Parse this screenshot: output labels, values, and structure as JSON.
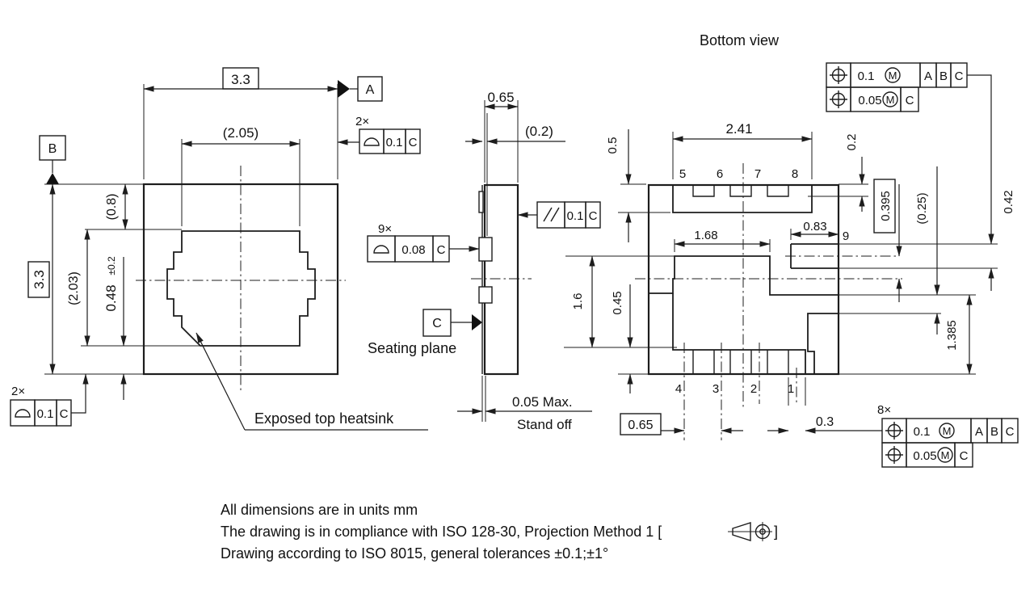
{
  "title": "Bottom view",
  "notes": {
    "line1": "All dimensions are in units mm",
    "line2_prefix": "The drawing is in compliance with ISO 128-30, Projection Method 1 [",
    "line2_suffix": "]",
    "line3": "Drawing according to ISO 8015, general tolerances ±0.1;±1°"
  },
  "top_view": {
    "dim_width": "3.3",
    "dim_height": "3.3",
    "dim_heatsink_width": "(2.05)",
    "dim_top_offset": "(0.8)",
    "dim_heatsink_height": "(2.03)",
    "dim_heatsink_bottom": "0.48",
    "dim_heatsink_bottom_tol": "±0.2",
    "datum_a": "A",
    "datum_b": "B",
    "fcf_right": {
      "count": "2×",
      "tolerance": "0.1",
      "datum": "C"
    },
    "fcf_left": {
      "count": "2×",
      "tolerance": "0.1",
      "datum": "C"
    },
    "heatsink_label": "Exposed top heatsink"
  },
  "side_view": {
    "dim_thickness": "0.65",
    "dim_lead_thickness": "(0.2)",
    "fcf_leads": {
      "count": "9×",
      "tolerance": "0.08",
      "datum": "C"
    },
    "fcf_parallel": {
      "tolerance": "0.1",
      "datum": "C"
    },
    "datum_c": "C",
    "seating_plane_label": "Seating plane",
    "standoff_value": "0.05 Max.",
    "standoff_label": "Stand off"
  },
  "bottom_view": {
    "dim_lead_row_width": "2.41",
    "dim_lead_depth": "0.5",
    "dim_notch_depth": "0.2",
    "dim_pad_width": "1.68",
    "dim_pin9_length": "0.83",
    "dim_pin9_offset": "0.395",
    "dim_gap": "(0.25)",
    "dim_pin9_width": "0.42",
    "dim_pad_height": "1.6",
    "dim_bottom_lead_depth": "0.45",
    "dim_pad_to_edge": "1.385",
    "dim_pitch": "0.65",
    "dim_pin1_width": "0.3",
    "pins_top": [
      "5",
      "6",
      "7",
      "8"
    ],
    "pins_bottom": [
      "4",
      "3",
      "2",
      "1"
    ],
    "pin9_label": "9",
    "fcf": {
      "count": "8×",
      "row1_tolerance": "0.1",
      "row2_tolerance": "0.05",
      "modifier": "M",
      "datum1": "A",
      "datum2": "B",
      "datum3": "C"
    }
  }
}
